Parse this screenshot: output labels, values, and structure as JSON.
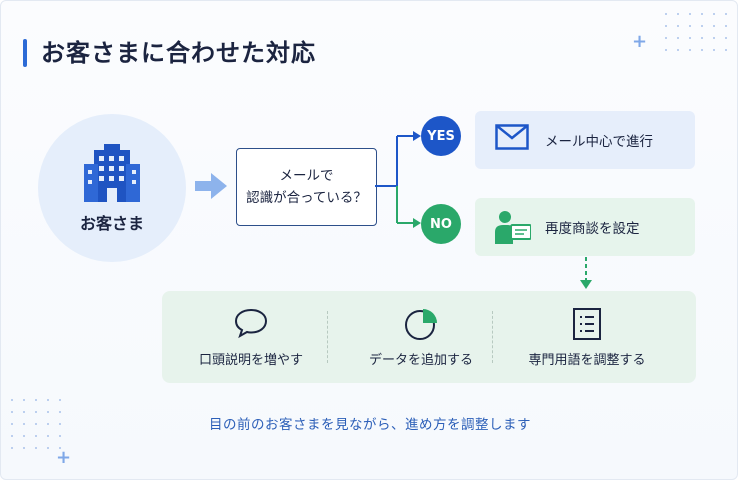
{
  "title": "お客さまに合わせた対応",
  "customer": {
    "label": "お客さま",
    "icon": "building-icon"
  },
  "question": {
    "line1": "メールで",
    "line2": "認識が合っている？"
  },
  "yes": {
    "badge": "YES",
    "label": "メール中心で進行",
    "icon": "envelope-icon"
  },
  "no": {
    "badge": "NO",
    "label": "再度商談を設定",
    "icon": "person-presenting-icon"
  },
  "actions": [
    {
      "label": "口頭説明を増やす",
      "icon": "speech-bubble-icon"
    },
    {
      "label": "データを追加する",
      "icon": "pie-chart-icon"
    },
    {
      "label": "専門用語を調整する",
      "icon": "document-list-icon"
    }
  ],
  "footer": "目の前のお客さまを見ながら、進め方を調整します",
  "colors": {
    "primary": "#1d56c8",
    "green": "#2aa86a",
    "dark": "#1b2440"
  }
}
